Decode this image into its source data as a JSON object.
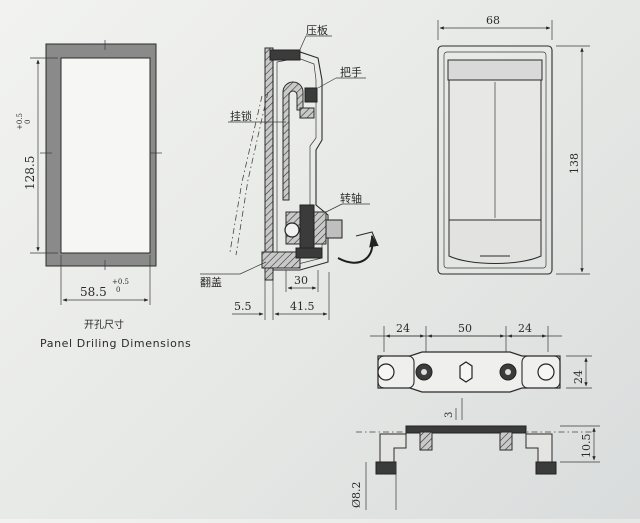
{
  "panel_drilling": {
    "height_dim": "128.5",
    "height_tol": "+0.5\n0",
    "width_dim": "58.5",
    "width_tol": "+0.5\n0",
    "caption_cn": "开孔尺寸",
    "caption_en": "Panel Driling Dimensions"
  },
  "section_view": {
    "label_pressure_plate": "压板",
    "label_handle": "把手",
    "label_hook_lock": "挂锁",
    "label_shaft": "转轴",
    "label_flip_cover": "翻盖",
    "dim_30": "30",
    "dim_5_5": "5.5",
    "dim_41_5": "41.5"
  },
  "front_view": {
    "dim_width": "68",
    "dim_height": "138"
  },
  "cam_plate": {
    "dim_left": "24",
    "dim_center": "50",
    "dim_right": "24",
    "dim_side": "24",
    "dim_3": "3",
    "dim_10_5": "10.5",
    "dim_diam": "Ø8.2"
  }
}
